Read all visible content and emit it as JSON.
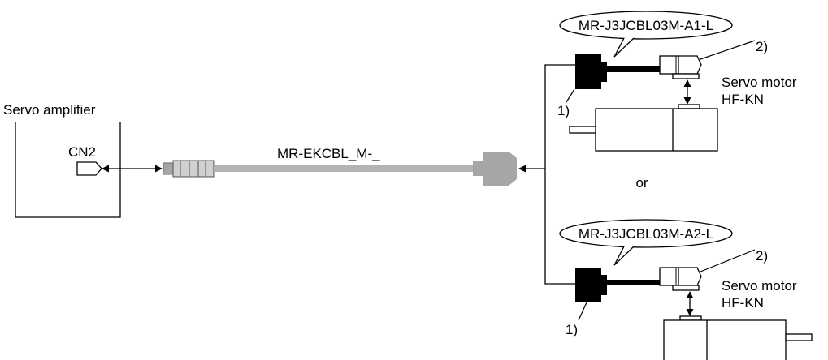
{
  "amplifier": {
    "title": "Servo amplifier",
    "connector": "CN2"
  },
  "encoder_cable": {
    "model": "MR-EKCBL_M-_"
  },
  "option_top": {
    "cable_model": "MR-J3JCBL03M-A1-L",
    "motor_label": "Servo motor",
    "motor_model": "HF-KN",
    "marker_plug": "1)",
    "marker_connector": "2)"
  },
  "separator": "or",
  "option_bottom": {
    "cable_model": "MR-J3JCBL03M-A2-L",
    "motor_label": "Servo motor",
    "motor_model": "HF-KN",
    "marker_plug": "1)",
    "marker_connector": "2)"
  },
  "colors": {
    "line": "#000000",
    "cable_gray": "#b3b3b3",
    "connector_gray": "#a6a6a6"
  }
}
